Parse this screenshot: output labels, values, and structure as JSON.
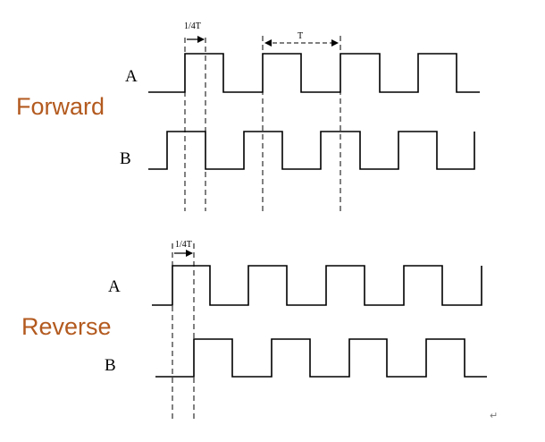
{
  "forward": {
    "title": "Forward",
    "channel_a": "A",
    "channel_b": "B",
    "quarter_period_label": "1/4T",
    "period_label": "T"
  },
  "reverse": {
    "title": "Reverse",
    "channel_a": "A",
    "channel_b": "B",
    "quarter_period_label": "1/4T"
  },
  "return_symbol": "↵",
  "colors": {
    "section_title": "#b35a1f",
    "line": "#000000"
  }
}
